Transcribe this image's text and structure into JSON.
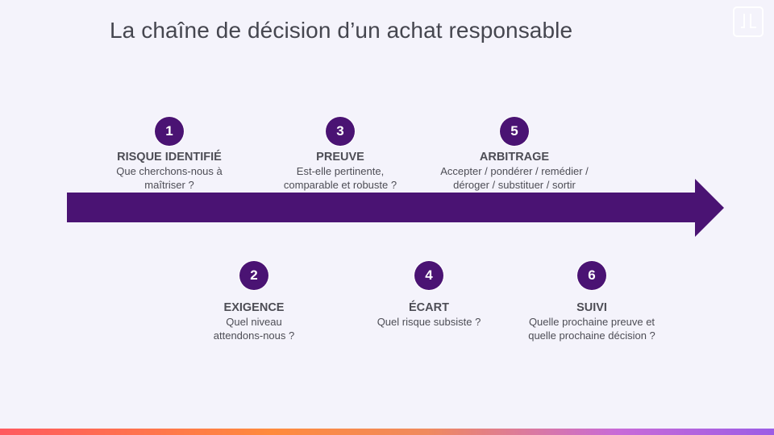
{
  "title": "La chaîne de décision d’un achat responsable",
  "logo_icon": "jl-logo-icon",
  "colors": {
    "arrow": "#4a1373",
    "badge": "#4a1373",
    "background": "#f4f3fb",
    "bottom_gradient": [
      "#ff5a5f",
      "#ff8a3d",
      "#9b5de5"
    ]
  },
  "steps": [
    {
      "number": "1",
      "title": "RISQUE IDENTIFIÉ",
      "description": "Que cherchons-nous à\nmaîtriser ?"
    },
    {
      "number": "2",
      "title": "EXIGENCE",
      "description": "Quel niveau\nattendons-nous ?"
    },
    {
      "number": "3",
      "title": "PREUVE",
      "description": "Est-elle pertinente,\ncomparable et robuste ?"
    },
    {
      "number": "4",
      "title": "ÉCART",
      "description": "Quel risque subsiste ?"
    },
    {
      "number": "5",
      "title": "ARBITRAGE",
      "description": "Accepter / pondérer / remédier /\ndéroger / substituer / sortir"
    },
    {
      "number": "6",
      "title": "SUIVI",
      "description": "Quelle prochaine preuve et\nquelle prochaine décision ?"
    }
  ]
}
